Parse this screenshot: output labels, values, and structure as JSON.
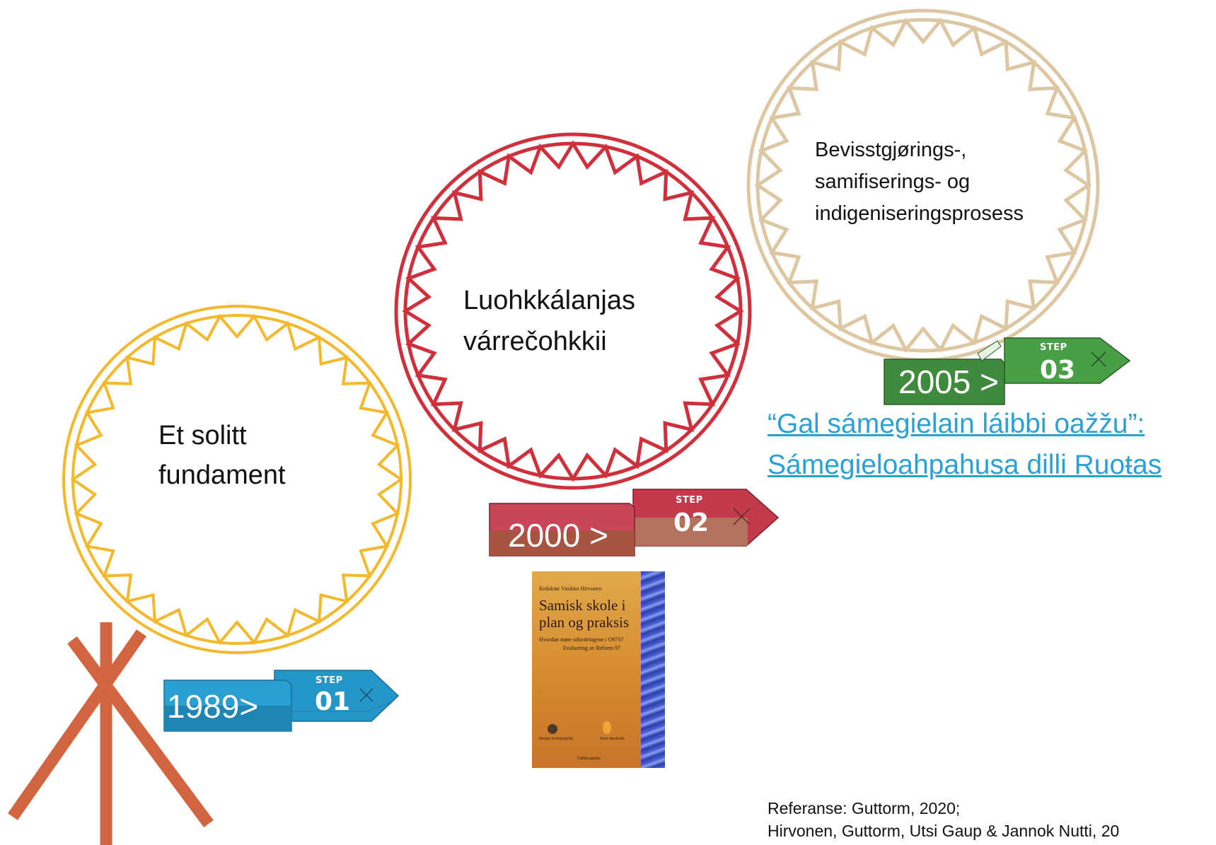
{
  "colors": {
    "yellow_circle": "#f4b82a",
    "red_circle": "#d0303c",
    "beige_circle": "#dcc7a2",
    "step1": "#2496c8",
    "step2": "#c23a4c",
    "step3": "#3f8a3c",
    "link": "#2aa1d6",
    "sticks": "#d2643f"
  },
  "circles": [
    {
      "text_line1": "Et solitt",
      "text_line2": "fundament"
    },
    {
      "text_line1": "Luohkkálanjas",
      "text_line2": "várrečohkkii"
    },
    {
      "text_line1": "Bevisstgjørings-,",
      "text_line2": "samifiserings- og",
      "text_line3": "indigeniseringsprosess"
    }
  ],
  "steps": [
    {
      "year": "1989>",
      "word": "STEP",
      "number": "01"
    },
    {
      "year": "2000 >",
      "word": "STEP",
      "number": "02"
    },
    {
      "year": "2005 >",
      "word": "STEP",
      "number": "03"
    }
  ],
  "link": {
    "line1": "“Gal sámegielain láibbi oažžu”:",
    "line2": "Sámegieloahpahusa dilli Ruoŧas"
  },
  "book": {
    "editor": "Redaktør  Vuokko Hirvonen",
    "title_line1": "Samisk skole i",
    "title_line2": "plan og praksis",
    "subtitle_line1": "Hvordan møte utfordringene i O97S?",
    "subtitle_line2": "Evaluering av Reform 97",
    "publisher1": "Norges forskningsråd",
    "publisher2": "Sámi allaskuvla",
    "publisher3": "ČálliidLágádus"
  },
  "reference": {
    "line1": "Referanse: Guttorm, 2020;",
    "line2": "Hirvonen, Guttorm, Utsi Gaup & Jannok Nutti,  20"
  }
}
